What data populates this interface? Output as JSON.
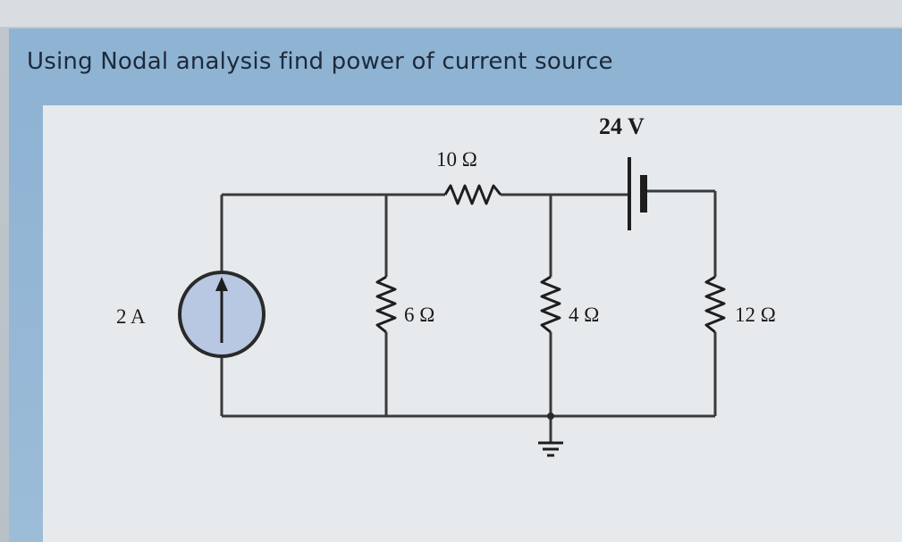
{
  "question": {
    "text": "Using Nodal analysis find power of current source"
  },
  "circuit": {
    "current_source": {
      "label": "2 A",
      "icon": "up-arrow-icon"
    },
    "series_resistor": {
      "label": "10 Ω"
    },
    "voltage_source": {
      "label": "24 V"
    },
    "resistor_6": {
      "label": "6 Ω"
    },
    "resistor_4": {
      "label": "4 Ω"
    },
    "resistor_12": {
      "label": "12 Ω"
    },
    "ground": {
      "icon": "ground-icon"
    }
  },
  "colors": {
    "background_frame": "#c9cfd4",
    "question_panel": "#8fb3d3",
    "figure_background": "#e7eaed",
    "current_source_fill": "#b8c8e2",
    "wire": "#3a3a3a"
  }
}
